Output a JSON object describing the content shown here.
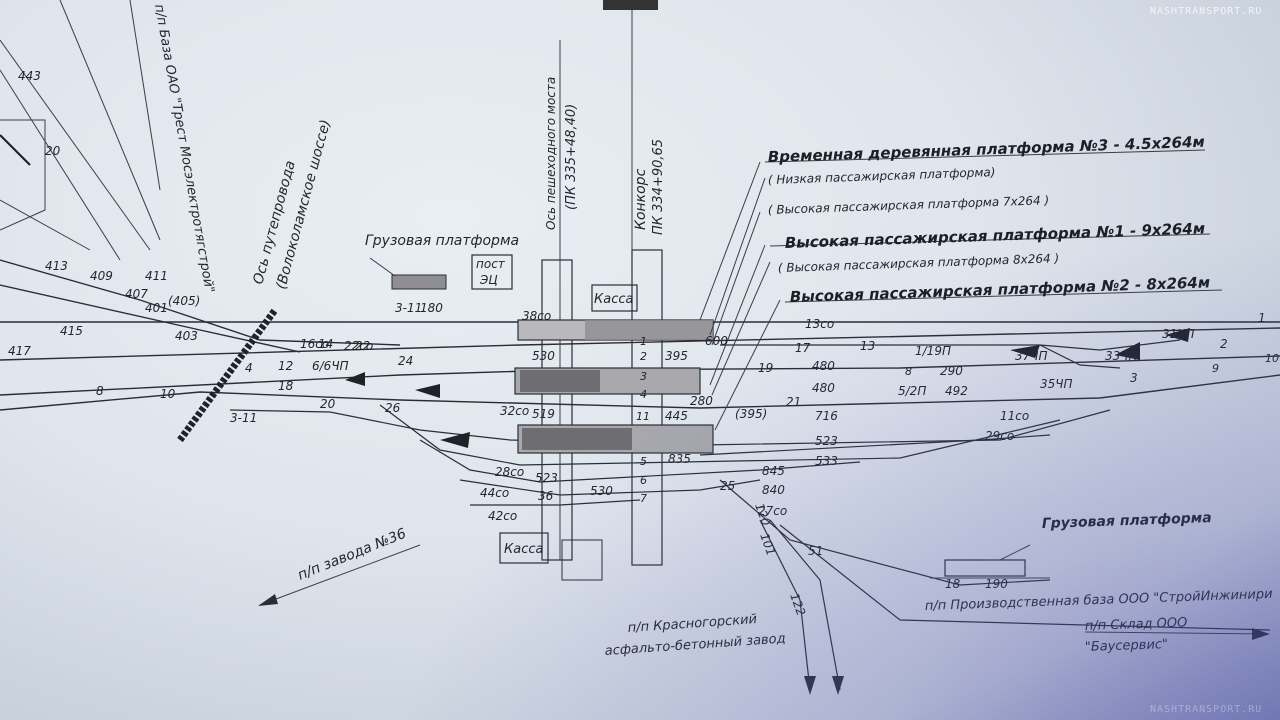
{
  "watermark": "NASHTRANSPORT.RU",
  "labels": {
    "base_trest": "п/п База ОАО \"Трест Мосэлектротягстрой\"",
    "overpass_axis": "Ось путепровода",
    "overpass_road": "(Волоколамское шоссе)",
    "footbridge_axis": "Ось пешеходного моста",
    "footbridge_pk": "(ПК 335+48,40)",
    "concourse": "Конкорс",
    "concourse_pk": "ПК 334+90,65",
    "cargo_platform_left": "Грузовая платформа",
    "post_ec_1": "пост",
    "post_ec_2": "ЭЦ",
    "kassa_top": "Касса",
    "kassa_bottom": "Касса",
    "platform3_title": "Временная деревянная платформа №3 - 4.5х264м",
    "platform3_low": "( Низкая пассажирская платформа)",
    "platform3_high": "( Высокая пассажирская платформа 7х264 )",
    "platform1_title": "Высокая пассажирская платформа №1 - 9х264м",
    "platform1_sub": "( Высокая пассажирская платформа 8х264 )",
    "platform2_title": "Высокая пассажирская платформа №2 - 8х264м",
    "cargo_platform_right": "Грузовая платформа",
    "plant_36": "п/п завода №36",
    "asphalt_plant_1": "п/п Красногорский",
    "asphalt_plant_2": "асфальто-бетонный завод",
    "production_base": "п/п Производственная база ООО \"СтройИнжинири",
    "warehouse_1": "п/п Склад ООО",
    "warehouse_2": "\"Баусервис\""
  },
  "track_numbers": [
    "1",
    "2",
    "3",
    "4",
    "5",
    "6",
    "7",
    "8",
    "9",
    "10",
    "11"
  ],
  "numbers": {
    "n600": "600",
    "n530a": "530",
    "n519": "519",
    "n523a": "523",
    "n530b": "530",
    "n480a": "480",
    "n480b": "480",
    "n290": "290",
    "n492": "492",
    "n716": "716",
    "n523b": "523",
    "n533": "533",
    "n845": "845",
    "n840": "840",
    "n395a": "395",
    "n395b": "(395)",
    "n445": "445",
    "n835": "835",
    "n280": "280",
    "n180": "180",
    "n190": "190",
    "n18": "18",
    "n11": "3-11",
    "n11b": "3-11",
    "s13co": "13со",
    "s16co": "16со",
    "s32co": "32со",
    "s28co": "28со",
    "s44co": "44со",
    "s42co": "42со",
    "s11co": "11со",
    "s29co": "29со",
    "s27co": "27со",
    "s38co": "38со",
    "s22co": "22со",
    "sw1": "1",
    "sw2": "2",
    "sw3": "3",
    "sw4": "4",
    "sw8": "8",
    "sw10": "10",
    "sw12": "12",
    "sw14": "14",
    "sw17": "17",
    "sw18": "18",
    "sw19": "19",
    "sw20": "20",
    "sw21": "21",
    "sw22": "22",
    "sw24": "24",
    "sw25": "25",
    "sw26": "26",
    "sw36": "36",
    "sw13": "13",
    "sw51": "51",
    "sw20top": "20",
    "s443": "443",
    "s411": "411",
    "s407": "407",
    "s405": "(405)",
    "s401": "401",
    "s403": "403",
    "s417": "417",
    "s413": "413",
    "s409": "409",
    "s415": "415",
    "s122": "122",
    "s101": "101",
    "s120": "120",
    "s31": "31ЧП",
    "s33": "33ЧП",
    "s35": "35ЧП",
    "s37": "37ЧП",
    "s1_19": "1/19П",
    "s5_2": "5/2П",
    "s6": "6/6ЧП"
  }
}
